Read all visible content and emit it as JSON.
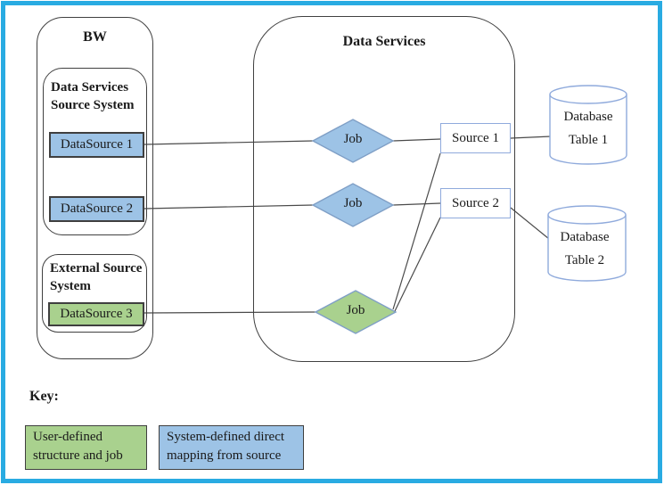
{
  "diagram": {
    "bw": {
      "title": "BW",
      "data_services_source_system": {
        "title": "Data Services Source System",
        "datasources": [
          "DataSource 1",
          "DataSource 2"
        ]
      },
      "external_source_system": {
        "title": "External Source System",
        "datasources": [
          "DataSource 3"
        ]
      }
    },
    "data_services": {
      "title": "Data Services",
      "jobs": [
        {
          "label": "Job",
          "kind": "system-defined"
        },
        {
          "label": "Job",
          "kind": "system-defined"
        },
        {
          "label": "Job",
          "kind": "user-defined"
        }
      ],
      "sources": [
        "Source 1",
        "Source 2"
      ]
    },
    "database_tables": [
      "Database Table 1",
      "Database Table 2"
    ],
    "key": {
      "title": "Key:",
      "entries": [
        {
          "label": "User-defined structure and job",
          "kind": "user-defined"
        },
        {
          "label": "System-defined direct mapping from source",
          "kind": "system-defined"
        }
      ]
    }
  },
  "colors": {
    "frame": "#29abe2",
    "system_blue": "#9dc3e6",
    "user_green": "#a9d18e",
    "dark_border": "#3f3f3f",
    "diamond_stroke": "#7f9fc6",
    "light_blue_stroke": "#8faadc",
    "connector": "#4a4a4a",
    "outline": "#404040",
    "text": "#1a1a1a"
  }
}
